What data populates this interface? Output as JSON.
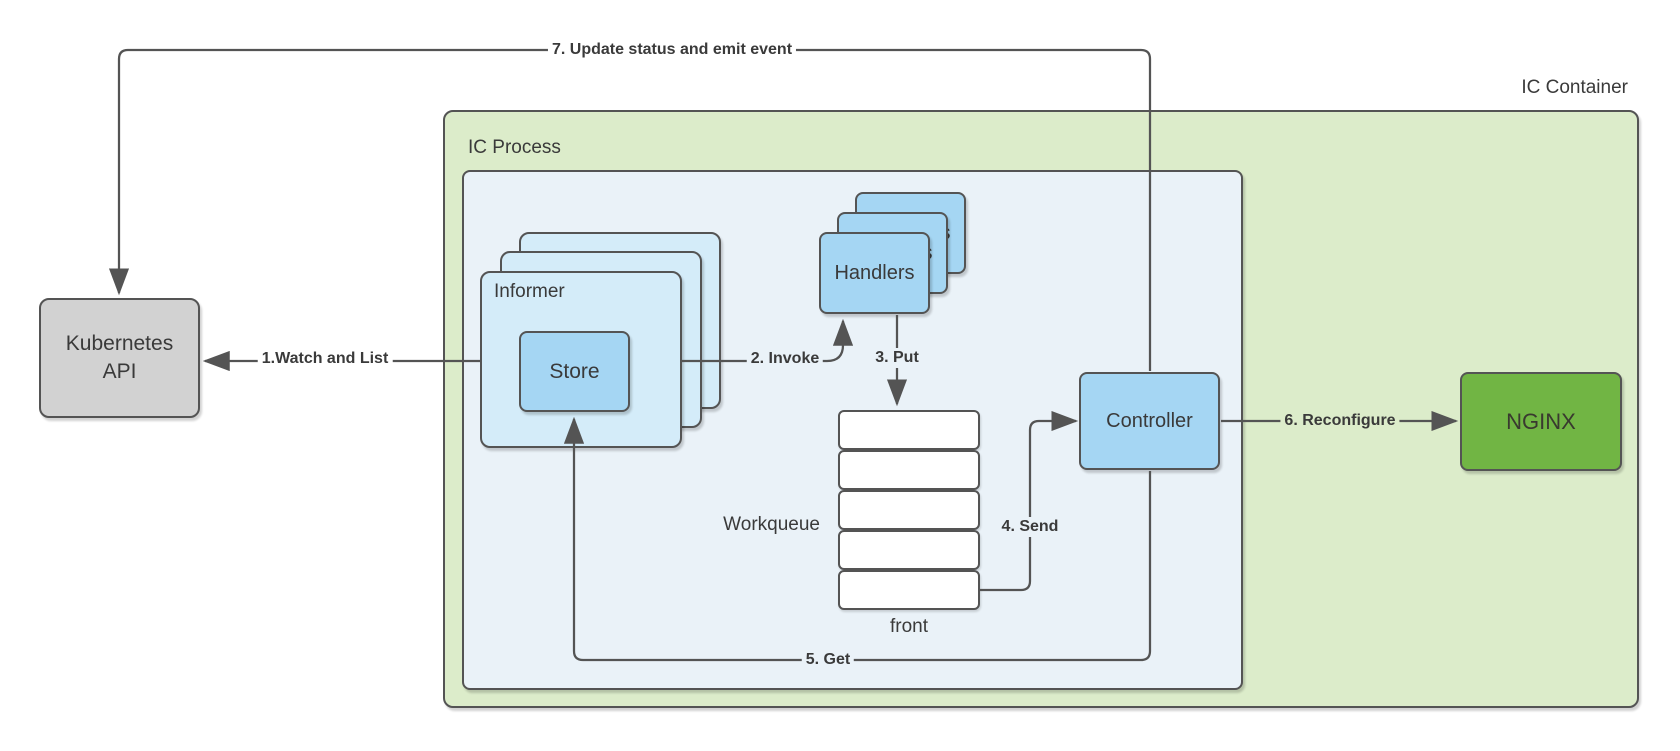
{
  "diagram": {
    "containers": {
      "ic_container": {
        "label": "IC Container"
      },
      "ic_process": {
        "label": "IC Process"
      }
    },
    "nodes": {
      "kubernetes_api": {
        "label": "Kubernetes API"
      },
      "informer": {
        "label": "Informer"
      },
      "store": {
        "label": "Store"
      },
      "handlers": {
        "label": "Handlers"
      },
      "workqueue": {
        "label": "Workqueue",
        "front_label": "front",
        "cell_count": 5
      },
      "controller": {
        "label": "Controller"
      },
      "nginx": {
        "label": "NGINX"
      }
    },
    "edges": {
      "watch_and_list": {
        "label": "1.Watch and List",
        "from": "Informer",
        "to": "Kubernetes API"
      },
      "invoke": {
        "label": "2. Invoke",
        "from": "Informer",
        "to": "Handlers"
      },
      "put": {
        "label": "3. Put",
        "from": "Handlers",
        "to": "Workqueue"
      },
      "send": {
        "label": "4. Send",
        "from": "Workqueue",
        "to": "Controller"
      },
      "get": {
        "label": "5. Get",
        "from": "Controller",
        "to": "Store"
      },
      "reconfigure": {
        "label": "6. Reconfigure",
        "from": "Controller",
        "to": "NGINX"
      },
      "update_status": {
        "label": "7. Update status and emit event",
        "from": "Controller",
        "to": "Kubernetes API"
      }
    },
    "colors": {
      "page_bg": "#ffffff",
      "container_fill": "#dcecca",
      "process_fill": "#eaf2f8",
      "informer_fill": "#d4ecf9",
      "component_fill": "#a5d6f3",
      "nginx_fill": "#71b544",
      "nginx_text": "#39392f",
      "k8s_fill": "#d2d2d2",
      "queue_cell_fill": "#ffffff",
      "stroke": "#545454",
      "text": "#3a3a3a"
    }
  }
}
